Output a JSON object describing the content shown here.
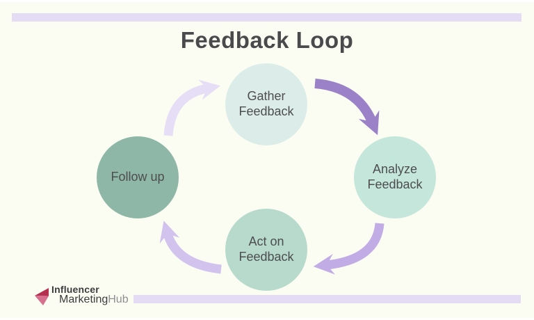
{
  "page": {
    "background": "#FBFDF2",
    "accent_bar_color": "#E3DCF4"
  },
  "title": {
    "text": "Feedback Loop",
    "color": "#4A4A4C"
  },
  "node_text_color": "#4D4D4F",
  "nodes": {
    "gather": {
      "line1": "Gather",
      "line2": "Feedback",
      "color": "#DCEDE9"
    },
    "analyze": {
      "line1": "Analyze",
      "line2": "Feedback",
      "color": "#C5E6DB"
    },
    "act": {
      "line1": "Act on",
      "line2": "Feedback",
      "color": "#B7DACD"
    },
    "follow": {
      "line1": "Follow up",
      "color": "#8FB7A7"
    }
  },
  "arrows": {
    "follow_to_gather": {
      "color": "#E6DEF6"
    },
    "gather_to_analyze": {
      "color": "#9B81C8"
    },
    "analyze_to_act": {
      "color": "#C2ACE5"
    },
    "act_to_follow": {
      "color": "#D2C2EE"
    }
  },
  "logo": {
    "line1": "Influencer",
    "line2_primary": "Marketing",
    "line2_secondary": "Hub",
    "icon_dark": "#B5304F",
    "icon_light": "#D6708F",
    "text_color": "#3C3C3E",
    "secondary_text_color": "#8F8F93"
  }
}
